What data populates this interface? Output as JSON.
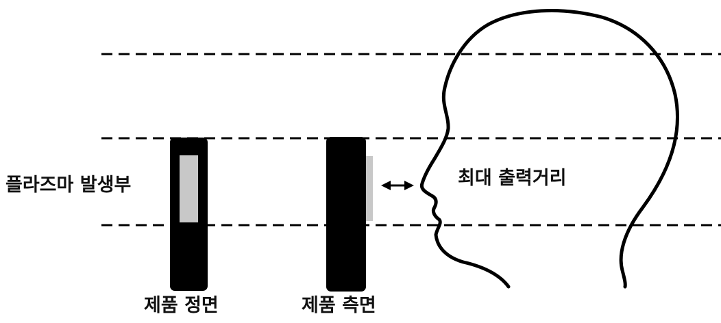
{
  "labels": {
    "plasma_generator": "플라즈마 발생부",
    "product_front": "제품 정면",
    "product_side": "제품 측면",
    "max_output_distance": "최대 출력거리"
  },
  "colors": {
    "ink": "#000000",
    "plasma_area": "#c8c8c8",
    "background": "#ffffff"
  },
  "icons": {
    "distance_arrow": "double-headed-arrow",
    "head": "head-profile-outline"
  }
}
